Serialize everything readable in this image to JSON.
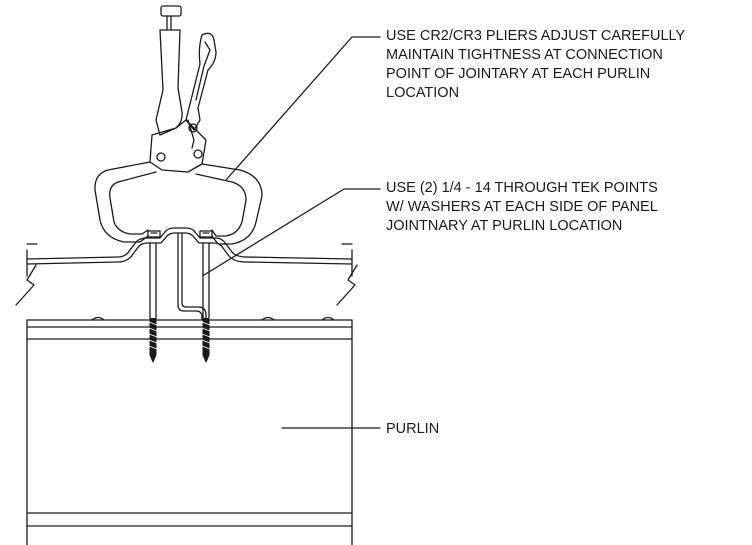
{
  "callouts": {
    "pliers": [
      "USE CR2/CR3 PLIERS ADJUST CAREFULLY",
      "MAINTAIN TIGHTNESS AT CONNECTION",
      "POINT OF JOINTARY AT EACH PURLIN",
      "LOCATION"
    ],
    "screws": [
      "USE (2) 1/4 - 14 THROUGH TEK POINTS",
      "W/ WASHERS AT EACH SIDE OF PANEL",
      "JOINTNARY AT PURLIN LOCATION"
    ],
    "purlin": "PURLIN"
  },
  "colors": {
    "line": "#1a1a1a",
    "background": "#ffffff"
  }
}
